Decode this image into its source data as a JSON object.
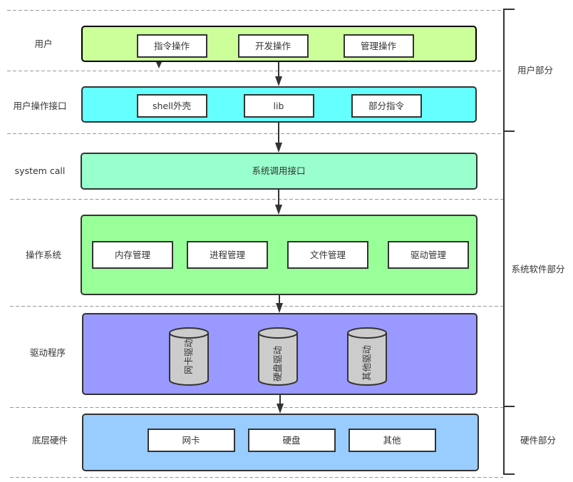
{
  "diagram": {
    "layers": [
      {
        "id": "user",
        "label": "用户",
        "color": "#ccff99",
        "title": "",
        "items": [
          "指令操作",
          "开发操作",
          "管理操作"
        ]
      },
      {
        "id": "user-interface",
        "label": "用户操作接口",
        "color": "#66ffff",
        "title": "",
        "items": [
          "shell外壳",
          "lib",
          "部分指令"
        ]
      },
      {
        "id": "system-call",
        "label": "system call",
        "color": "#99ffcc",
        "title": "系统调用接口",
        "items": []
      },
      {
        "id": "os",
        "label": "操作系统",
        "color": "#99ff99",
        "title": "",
        "items": [
          "内存管理",
          "进程管理",
          "文件管理",
          "驱动管理"
        ]
      },
      {
        "id": "drivers",
        "label": "驱动程序",
        "color": "#9999ff",
        "title": "",
        "items": [
          "网卡驱动",
          "硬盘驱动",
          "其他驱动"
        ]
      },
      {
        "id": "hardware",
        "label": "底层硬件",
        "color": "#99ccff",
        "title": "",
        "items": [
          "网卡",
          "硬盘",
          "其他"
        ]
      }
    ],
    "groups": [
      {
        "label": "用户部分",
        "spans_layers": [
          "user",
          "user-interface"
        ]
      },
      {
        "label": "系统软件部分",
        "spans_layers": [
          "system-call",
          "os",
          "drivers"
        ]
      },
      {
        "label": "硬件部分",
        "spans_layers": [
          "hardware"
        ]
      }
    ],
    "edges": [
      {
        "from": "user",
        "to": "user-interface"
      },
      {
        "from": "user-interface",
        "to": "system-call"
      },
      {
        "from": "system-call",
        "to": "os"
      },
      {
        "from": "os",
        "to": "drivers"
      },
      {
        "from": "drivers",
        "to": "hardware"
      }
    ],
    "cylinder_fill": "#cccccc",
    "box_fill": "#ffffff"
  }
}
